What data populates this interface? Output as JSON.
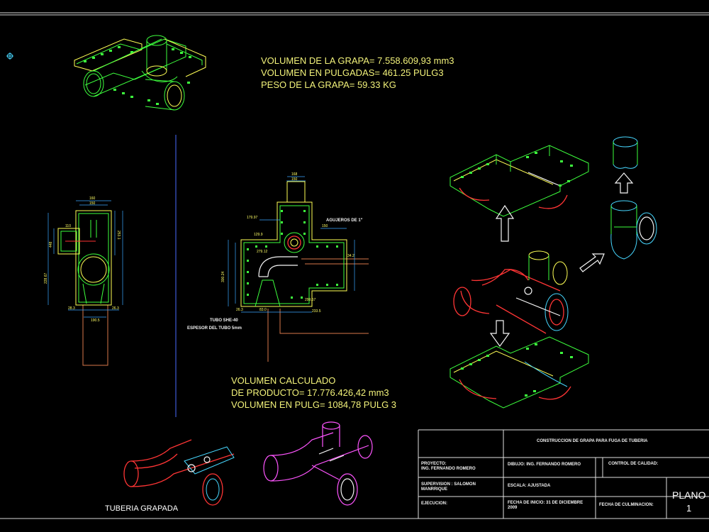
{
  "notes": {
    "volumen_grapa": "VOLUMEN DE LA GRAPA= 7.558.609,93 mm3",
    "volumen_pulgadas": "VOLUMEN EN PULGADAS= 461.25 PULG3",
    "peso_grapa": "PESO DE LA GRAPA= 59.33 KG",
    "volumen_calculado": "VOLUMEN CALCULADO",
    "de_producto": "DE PRODUCTO= 17.776.426,42 mm3",
    "volumen_pulg": "VOLUMEN EN PULG= 1084,78 PULG 3",
    "tuberia_grapada": "TUBERIA GRAPADA"
  },
  "drawing_labels": {
    "agujeros": "AGUJEROS DE 1\"",
    "tubo": "TUBO SHE-40",
    "espesor": "ESPESOR DEL TUBO 5mm"
  },
  "dimensions": {
    "left_view": [
      "160",
      "150",
      "110",
      "448",
      "253.1",
      "228.67",
      "28.3",
      "190.5",
      "26.3"
    ],
    "center_view": [
      "168",
      "150",
      "179.97",
      "129.9",
      "300.24",
      "279.12",
      "150",
      "34.2",
      "83.0",
      "26.3",
      "299.57",
      "233.5"
    ]
  },
  "title_block": {
    "title": "CONSTRUCCION DE GRAPA PARA FUGA DE TUBERIA",
    "proyecto_label": "PROYECTO:",
    "proyecto_value": "ING. FERNANDO ROMERO",
    "dibujo": "DIBUJO: ING. FERNANDO ROMERO",
    "control": "CONTROL DE CALIDAD:",
    "supervision_label": "SUPERVISION : SALOMON",
    "supervision_value": "MANRRIQUE",
    "escala": "ESCALA: AJUSTADA",
    "ejecucion": "EJECUCION:",
    "fecha_inicio": "FECHA DE INICIO: 31 DE DICIEMBRE",
    "fecha_inicio_year": "2009",
    "fecha_culminacion": "FECHA DE CULMINACION:",
    "plano_label": "PLANO",
    "plano_number": "1"
  },
  "colors": {
    "background": "#000000",
    "text_yellow": "#f2f27a",
    "green": "#3dff3d",
    "red": "#ff3535",
    "cyan": "#47d7ff",
    "magenta": "#ff55ff"
  }
}
